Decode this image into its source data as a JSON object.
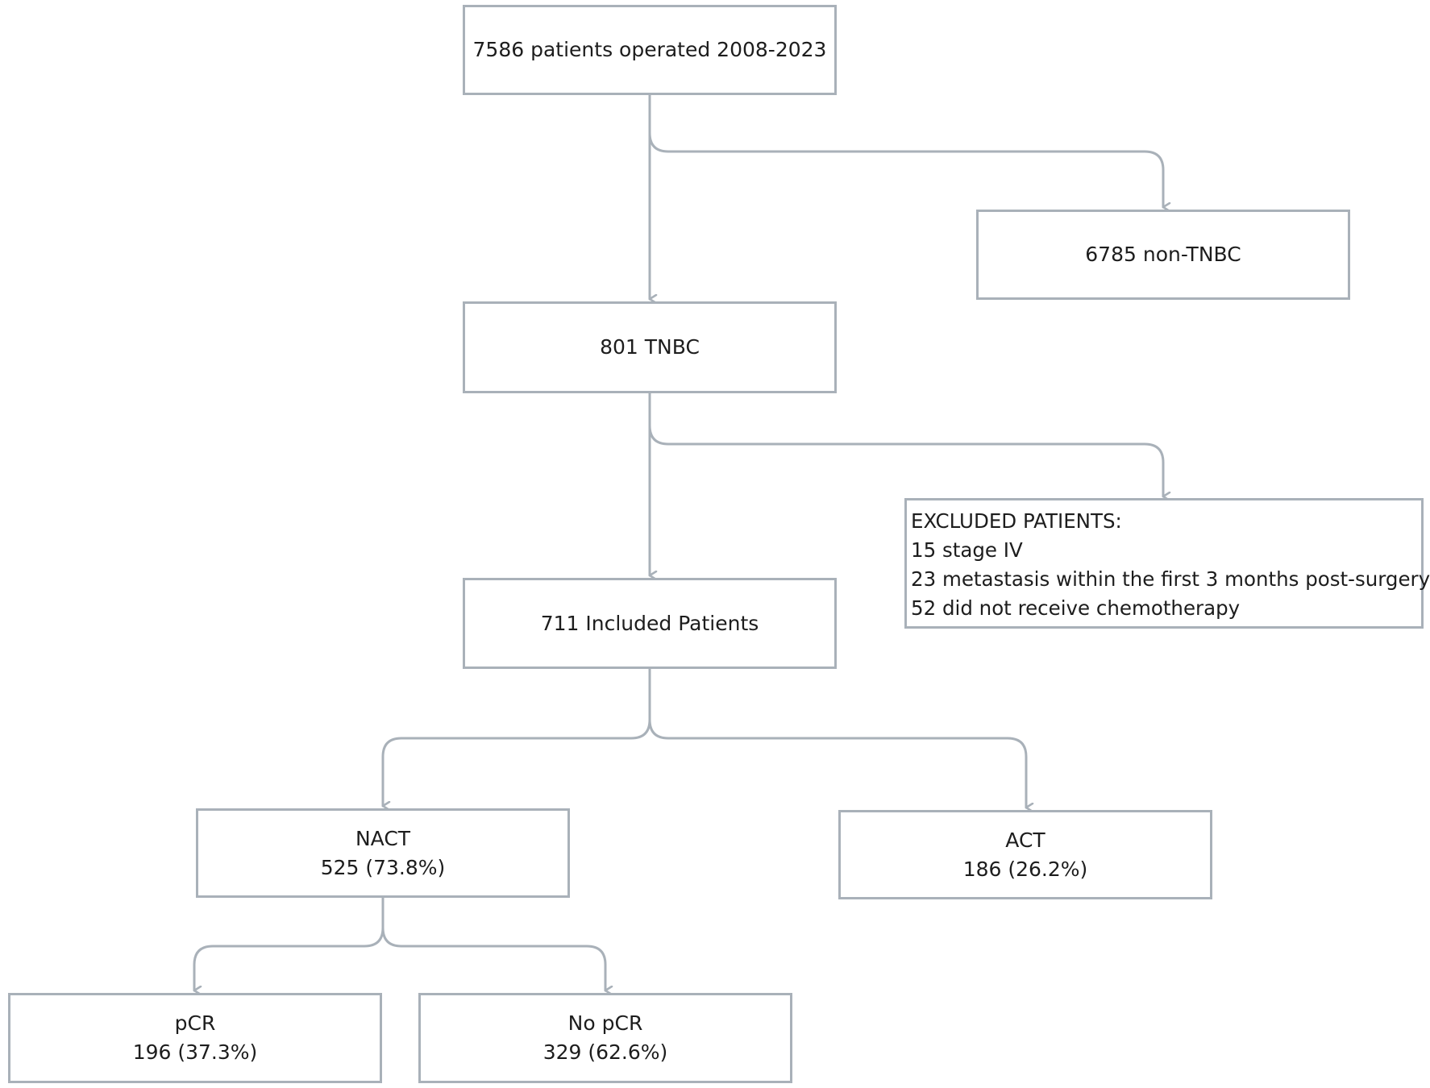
{
  "boxes": {
    "total": {
      "text": "7586 patients operated 2008-2023"
    },
    "non_tnbc": {
      "text": "6785 non-TNBC"
    },
    "tnbc": {
      "text": "801 TNBC"
    },
    "excluded": {
      "title": "EXCLUDED PATIENTS:",
      "lines": [
        "15 stage IV",
        "23 metastasis within the first 3 months post-surgery",
        "52 did not receive chemotherapy"
      ]
    },
    "included": {
      "text": "711 Included Patients"
    },
    "nact": {
      "label": "NACT",
      "value": "525 (73.8%)"
    },
    "act": {
      "label": "ACT",
      "value": "186 (26.2%)"
    },
    "pcr": {
      "label": "pCR",
      "value": "196 (37.3%)"
    },
    "no_pcr": {
      "label": "No pCR",
      "value": "329 (62.6%)"
    }
  },
  "colors": {
    "border": "#a9b1b9",
    "connector": "#a9b1b9",
    "text": "#1d1d1d"
  }
}
